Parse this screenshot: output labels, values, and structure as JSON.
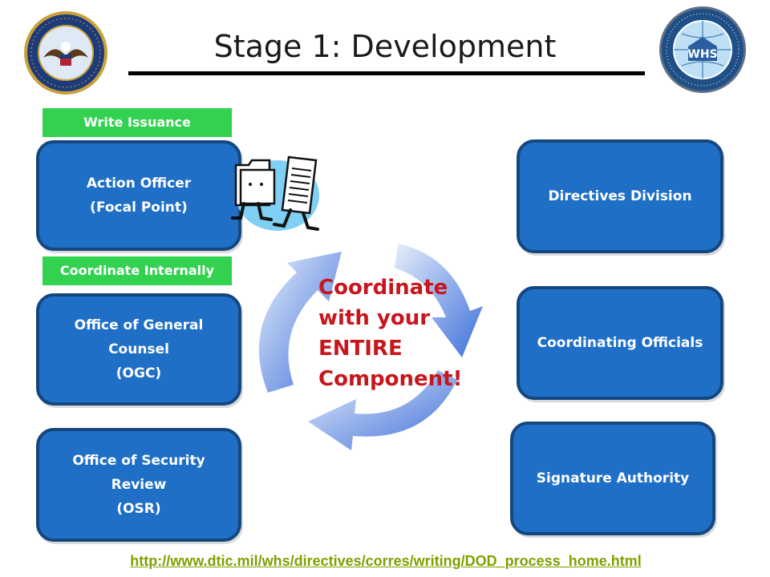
{
  "title": "Stage 1: Development",
  "labels": {
    "write_issuance": "Write Issuance",
    "coordinate_internally": "Coordinate Internally"
  },
  "left_boxes": [
    {
      "lines": [
        "Action Officer",
        "(Focal Point)"
      ]
    },
    {
      "lines": [
        "Office of General",
        "Counsel",
        "(OGC)"
      ]
    },
    {
      "lines": [
        "Office of Security",
        "Review",
        "(OSR)"
      ]
    }
  ],
  "right_boxes": [
    {
      "lines": [
        "Directives Division"
      ]
    },
    {
      "lines": [
        "Coordinating Officials"
      ]
    },
    {
      "lines": [
        "Signature Authority"
      ]
    }
  ],
  "center": [
    "Coordinate",
    "with your",
    "ENTIRE",
    "Component!"
  ],
  "footer_link": "http://www.dtic.mil/whs/directives/corres/writing/DOD_process_home.html",
  "icons": [
    "dod-seal-icon",
    "whs-seal-icon",
    "walking-documents-icon",
    "cycle-arrows-icon"
  ],
  "colors": {
    "box_fill": "#1f6fc7",
    "box_border": "#14477f",
    "green_label": "#33d150",
    "center_text": "#c8161d",
    "arrow": "#4a7fe0",
    "link": "#7fa000"
  }
}
